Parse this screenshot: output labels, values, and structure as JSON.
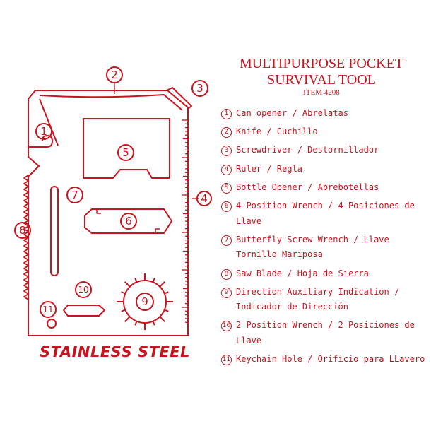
{
  "title": {
    "line1": "MULTIPURPOSE POCKET",
    "line2": "SURVIVAL TOOL",
    "item": "ITEM 4208"
  },
  "stamp": "STAINLESS STEEL",
  "callouts": [
    "1",
    "2",
    "3",
    "4",
    "5",
    "6",
    "7",
    "8",
    "9",
    "10",
    "11"
  ],
  "legend": [
    {
      "num": "1",
      "text": "Can opener / Abrelatas"
    },
    {
      "num": "2",
      "text": "Knife / Cuchillo"
    },
    {
      "num": "3",
      "text": "Screwdriver / Destornillador"
    },
    {
      "num": "4",
      "text": "Ruler / Regla"
    },
    {
      "num": "5",
      "text": "Bottle Opener / Abrebotellas"
    },
    {
      "num": "6",
      "text": "4 Position Wrench / 4 Posiciones de Llave"
    },
    {
      "num": "7",
      "text": "Butterfly Screw Wrench / Llave Tornillo Mariposa"
    },
    {
      "num": "8",
      "text": "Saw Blade / Hoja de Sierra"
    },
    {
      "num": "9",
      "text": "Direction Auxiliary Indication / Indicador de Dirección"
    },
    {
      "num": "10",
      "text": "2 Position Wrench / 2 Posiciones de Llave"
    },
    {
      "num": "11",
      "text": "Keychain Hole / Orificio para LLavero"
    }
  ],
  "colors": {
    "ink": "#c8141e",
    "background": "#ffffff"
  }
}
